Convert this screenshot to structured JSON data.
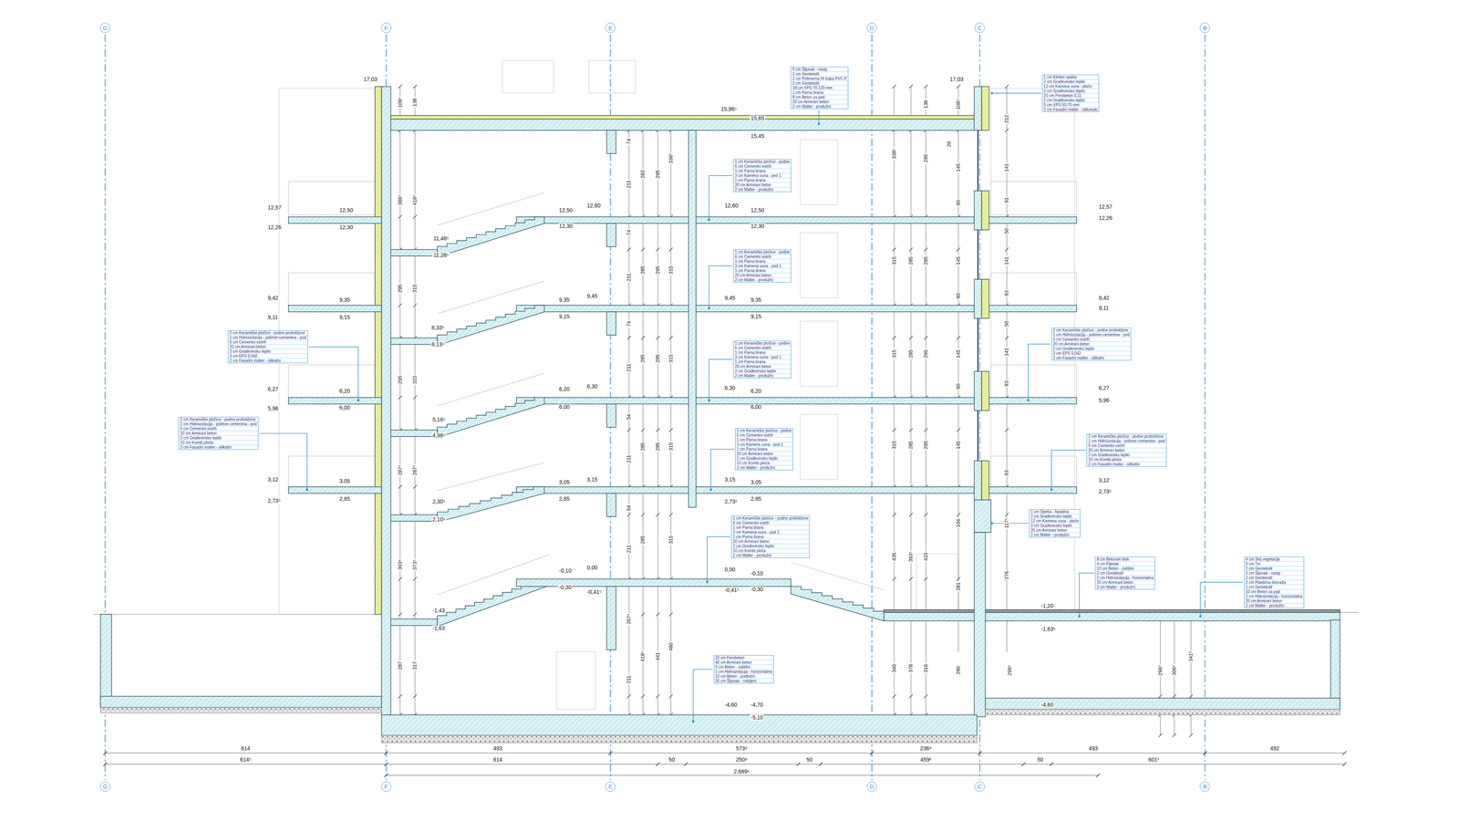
{
  "diagram": {
    "nodes": [
      {
        "text": [
          "G"
        ]
      },
      {
        "text": [
          "F"
        ]
      },
      {
        "text": [
          "E"
        ]
      },
      {
        "text": [
          "D"
        ]
      },
      {
        "text": [
          "C"
        ]
      },
      {
        "text": [
          "B"
        ]
      },
      {
        "text": [
          "5 cm Šljunak - nasip",
          "2 cm Geotekstil",
          "2 cm Polimerna HI traka PVC-P",
          "2 cm Geotekstil",
          "18 cm XPS 70-120 mm",
          "1 cm Parna brana",
          "8 cm Beton za pad",
          "20 cm Armirani beton",
          "2 cm Malter - produžni"
        ]
      },
      {
        "text": [
          "1 cm Klinker opeka",
          "2 cm Građevinsko lepilo",
          "12 cm Kamena vuna - ploče",
          "2 cm Građevinsko lepilo",
          "20 cm Porobeton 0,11",
          "2 cm Građevinsko lepilo",
          "5 cm XPS 50-70 mm",
          "2 cm Fasadni malter - silikonski"
        ]
      },
      {
        "text": [
          "1 cm Keramičke pločice - podne",
          "6 cm Cementni estrih",
          "1 cm Parna brana",
          "3 cm Kamena vuna - pod 1",
          "1 cm Parna brana",
          "20 cm Armirani beton",
          "2 cm Malter - produžni"
        ]
      },
      {
        "text": [
          "1 cm Keramičke pločice - podne",
          "6 cm Cementni estrih",
          "1 cm Parna brana",
          "3 cm Kamena vuna - pod 1",
          "1 cm Parna brana",
          "20 cm Armirani beton",
          "2 cm Malter - produžni"
        ]
      },
      {
        "text": [
          "1 cm Keramičke pločice - podne",
          "6 cm Cementni estrih",
          "1 cm Parna brana",
          "3 cm Kamena vuna - pod 1",
          "1 cm Parna brana",
          "20 cm Armirani beton",
          "2 cm Građevinsko lepilo",
          "2 cm Malter - produžni"
        ]
      },
      {
        "text": [
          "1 cm Keramičke pločice - podne",
          "6 cm Cementni estrih",
          "1 cm Parna brana",
          "3 cm Kamena vuna - pod 1",
          "1 cm Parna brana",
          "20 cm Armirani beton",
          "2 cm Građevinsko lepilo",
          "10 cm Kombi ploča",
          "2 cm Malter - produžni"
        ]
      },
      {
        "text": [
          "1 cm Keramičke pločice - podne protivklizne",
          "6 cm Cementni estrih",
          "1 cm Parna brana",
          "3 cm Kamena vuna - pod 1",
          "1 cm Parna brana",
          "20 cm Armirani beton",
          "2 cm Građevinsko lepilo",
          "10 cm Kombi ploča",
          "2 cm Malter - produžni"
        ]
      },
      {
        "text": [
          "2 cm Keramičke pločice - podne protivklizne",
          "1 cm Hidroizolacija - polimer-cementna - pod",
          "5 cm Cementni estrih",
          "20 cm Armirani beton",
          "2 cm Građevinsko lepilo",
          "3 cm EPS 0,042",
          "2 cm Fasadni malter - silikatni"
        ]
      },
      {
        "text": [
          "2 cm Keramičke pločice - podne protivklizne",
          "1 cm Hidroizolacija - polimer-cementna - pod",
          "5 cm Cementni estrih",
          "20 cm Armirani beton",
          "2 cm Građevinsko lepilo",
          "10 cm Kombi ploča",
          "2 cm Fasadni malter - silikatni"
        ]
      },
      {
        "text": [
          "2 cm Keramičke pločice - podne protivklizne",
          "1 cm Hidroizolacija - polimer-cementna - pod",
          "5 cm Cementni estrih",
          "20 cm Armirani beton",
          "2 cm Građevinsko lepilo",
          "3 cm EPS 0,042",
          "2 cm Fasadni malter - silikatni"
        ]
      },
      {
        "text": [
          "2 cm Keramičke pločice - podne protivklizne",
          "1 cm Hidroizolacija - polimer-cementna - pod",
          "5 cm Cementni estrih",
          "20 cm Armirani beton",
          "2 cm Građevinsko lepilo",
          "10 cm Kombi ploča",
          "2 cm Fasadni malter - silikatni"
        ]
      },
      {
        "text": [
          "1 cm Opeka - fasadna",
          "2 cm Građevinsko lepilo",
          "12 cm Kamena vuna - ploče",
          "2 cm Građevinsko lepilo",
          "20 cm Armirani beton",
          "2 cm Malter - produžni"
        ]
      },
      {
        "text": [
          "8 cm Betonski blok",
          "4 cm Pijesak",
          "10 cm Beton - zaštitni",
          "2 cm Geotekstil",
          "1 cm Hidroizolacija - horizontalna",
          "20 cm Armirani beton",
          "2 cm Malter - produžni"
        ]
      },
      {
        "text": [
          "4 cm Sloj vegetacije",
          "5 cm Tlo",
          "2 cm Geotekstil",
          "3 cm Šljunak - nasip",
          "2 cm Geotekstil",
          "2 cm Plastična drenaža",
          "1 cm Geotekstil",
          "10 cm Beton za pad",
          "1 cm Hidroizolacija - horizontalna",
          "20 cm Armirani beton",
          "2 cm Malter - produžni"
        ]
      },
      {
        "text": [
          "10 cm Ferobeton",
          "40 cm Armirani beton",
          "5 cm Beton - zaštitni",
          "1 cm Hidroizolacija - horizontalna",
          "10 cm Beton - podložni",
          "30 cm Šljunak - nabijeni"
        ]
      },
      {
        "text": [
          "G"
        ]
      },
      {
        "text": [
          "F"
        ]
      },
      {
        "text": [
          "E"
        ]
      },
      {
        "text": [
          "D"
        ]
      },
      {
        "text": [
          "C"
        ]
      },
      {
        "text": [
          "B"
        ]
      }
    ],
    "labels": [
      "17,03",
      "12,57",
      "12,50",
      "12,26",
      "12,30",
      "9,42",
      "9,35",
      "9,11",
      "9,15",
      "6,27",
      "6,20",
      "5,96",
      "6,00",
      "3,12",
      "3,05",
      "2,73⁵",
      "2,85",
      "11,48⁵",
      "11,28⁵",
      "8,33⁵",
      "8,13⁵",
      "5,18⁵",
      "4,98⁵",
      "2,30⁵",
      "2,10⁵",
      "-1,43",
      "-1,63",
      "12,50",
      "12,60",
      "12,30",
      "9,35",
      "9,45",
      "9,15",
      "6,20",
      "6,30",
      "6,00",
      "3,05",
      "3,15",
      "2,85",
      "-0,10",
      "0,00",
      "-0,30",
      "-0,41⁵",
      "12,60",
      "12,50",
      "12,30",
      "9,45",
      "9,35",
      "9,15",
      "6,30",
      "6,20",
      "6,00",
      "3,15",
      "3,05",
      "2,73⁵",
      "2,85",
      "0,00",
      "-0,10",
      "-0,41⁵",
      "-0,30",
      "15,96⁵",
      "15,65",
      "15,45",
      "17,03",
      "12,57",
      "12,26",
      "9,42",
      "9,11",
      "6,27",
      "5,96",
      "3,12",
      "2,73⁵",
      "-1,20",
      "-1,63⁵",
      "-4,60",
      "-4,70",
      "-5,10",
      "-4,60",
      "106⁵",
      "138",
      "386⁵",
      "418⁵",
      "295",
      "315",
      "295",
      "315",
      "287⁵",
      "287⁵",
      "303⁵",
      "373⁵",
      "287",
      "317",
      "74",
      "211",
      "74",
      "211",
      "74",
      "211",
      "54",
      "211",
      "54",
      "211",
      "207⁵",
      "211",
      "283",
      "295",
      "338⁵",
      "285",
      "295",
      "315",
      "285",
      "295",
      "315",
      "285",
      "295",
      "315",
      "285",
      "315",
      "418⁵",
      "441",
      "460",
      "138",
      "106⁵",
      "212",
      "338⁵",
      "295",
      "20",
      "145",
      "141",
      "90",
      "91",
      "50",
      "315",
      "285",
      "295",
      "145",
      "141",
      "90",
      "93",
      "50",
      "315",
      "285",
      "295",
      "145",
      "141",
      "90",
      "93",
      "315",
      "285",
      "295",
      "145",
      "93",
      "104",
      "117⁵",
      "435",
      "393⁵",
      "415",
      "281",
      "276",
      "340",
      "378",
      "316",
      "290",
      "296⁵",
      "296⁵",
      "306⁵",
      "341⁵",
      "614",
      "493",
      "573⁸",
      "236⁸",
      "493",
      "492",
      "614⁵",
      "614",
      "50",
      "250⁸",
      "50",
      "459²",
      "50",
      "601¹",
      "2.689⁶"
    ]
  }
}
